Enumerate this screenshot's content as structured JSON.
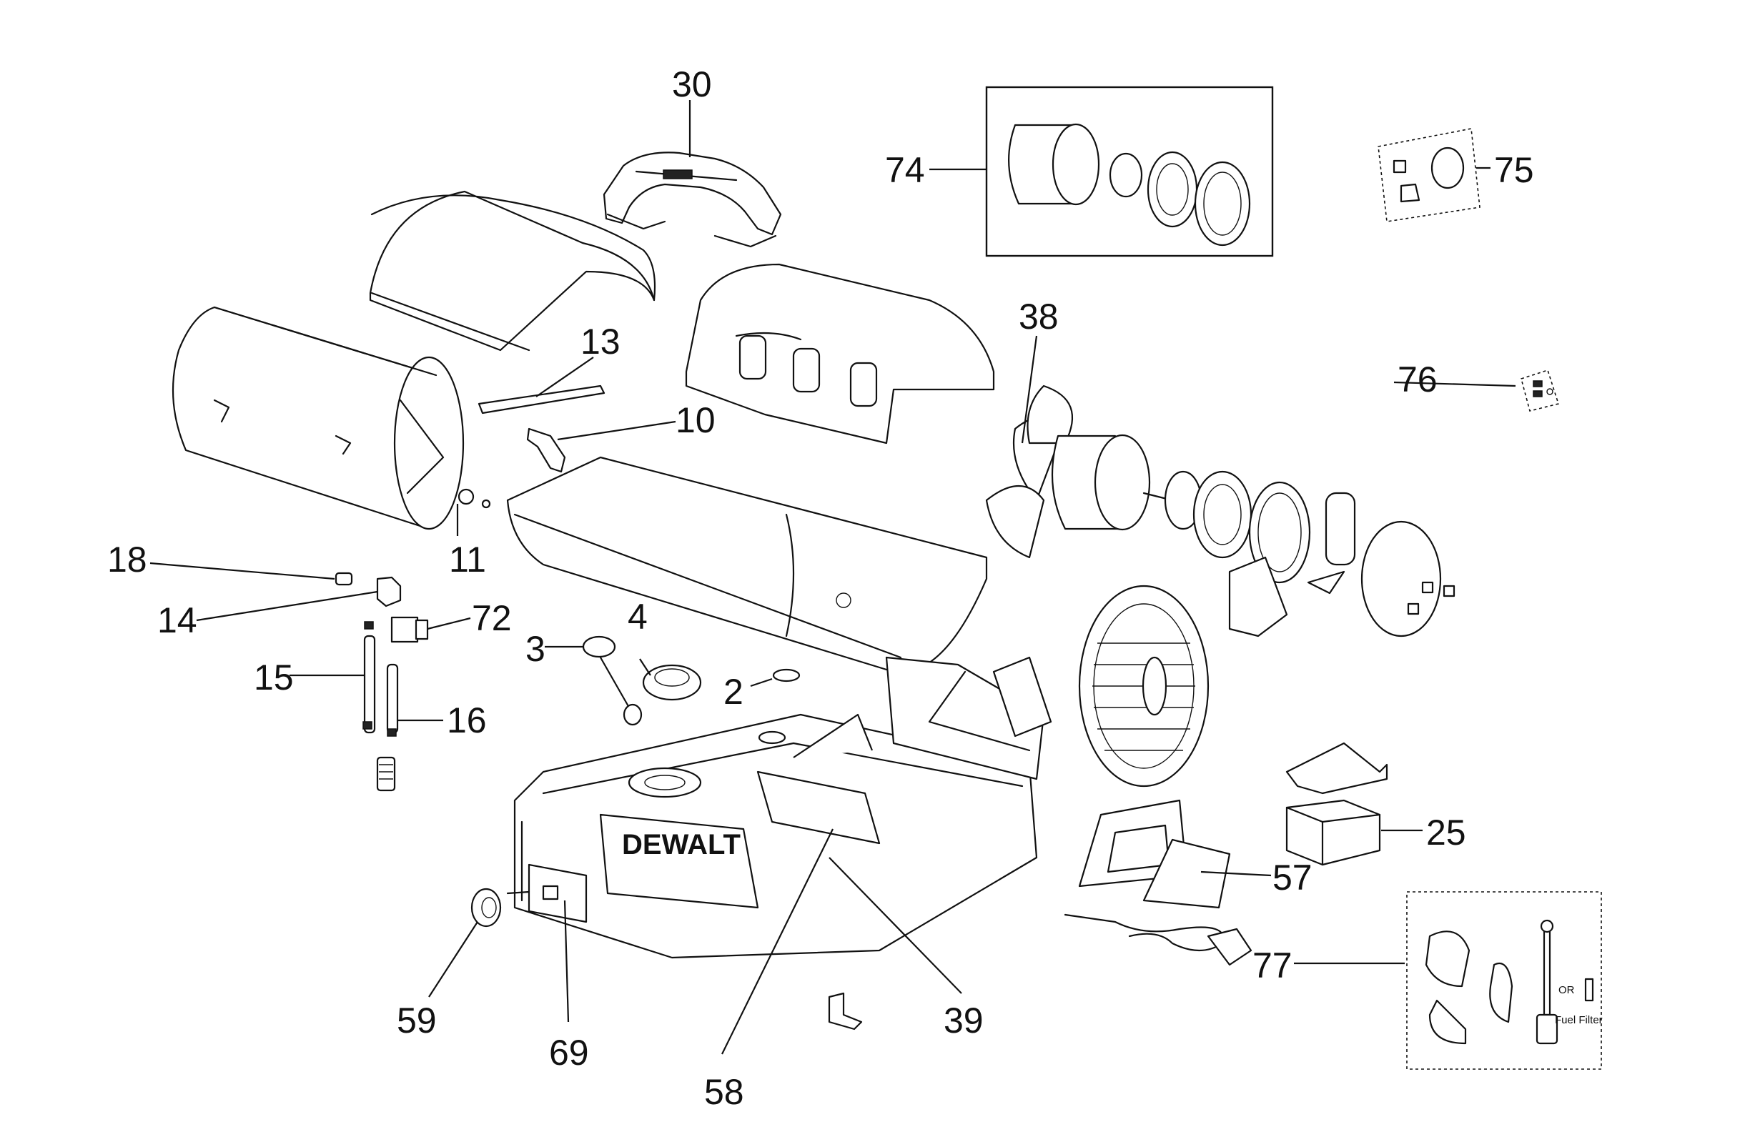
{
  "diagram": {
    "callouts": {
      "c30": "30",
      "c74": "74",
      "c75": "75",
      "c38": "38",
      "c13": "13",
      "c10": "10",
      "c76": "76",
      "c11": "11",
      "c18": "18",
      "c14": "14",
      "c72": "72",
      "c3": "3",
      "c4": "4",
      "c15": "15",
      "c2": "2",
      "c16": "16",
      "c25": "25",
      "c57": "57",
      "c77": "77",
      "c59": "59",
      "c39": "39",
      "c69": "69",
      "c58": "58"
    },
    "labels": {
      "brand": "DEWALT",
      "or": "OR",
      "fuel_filter": "Fuel Filter"
    }
  }
}
